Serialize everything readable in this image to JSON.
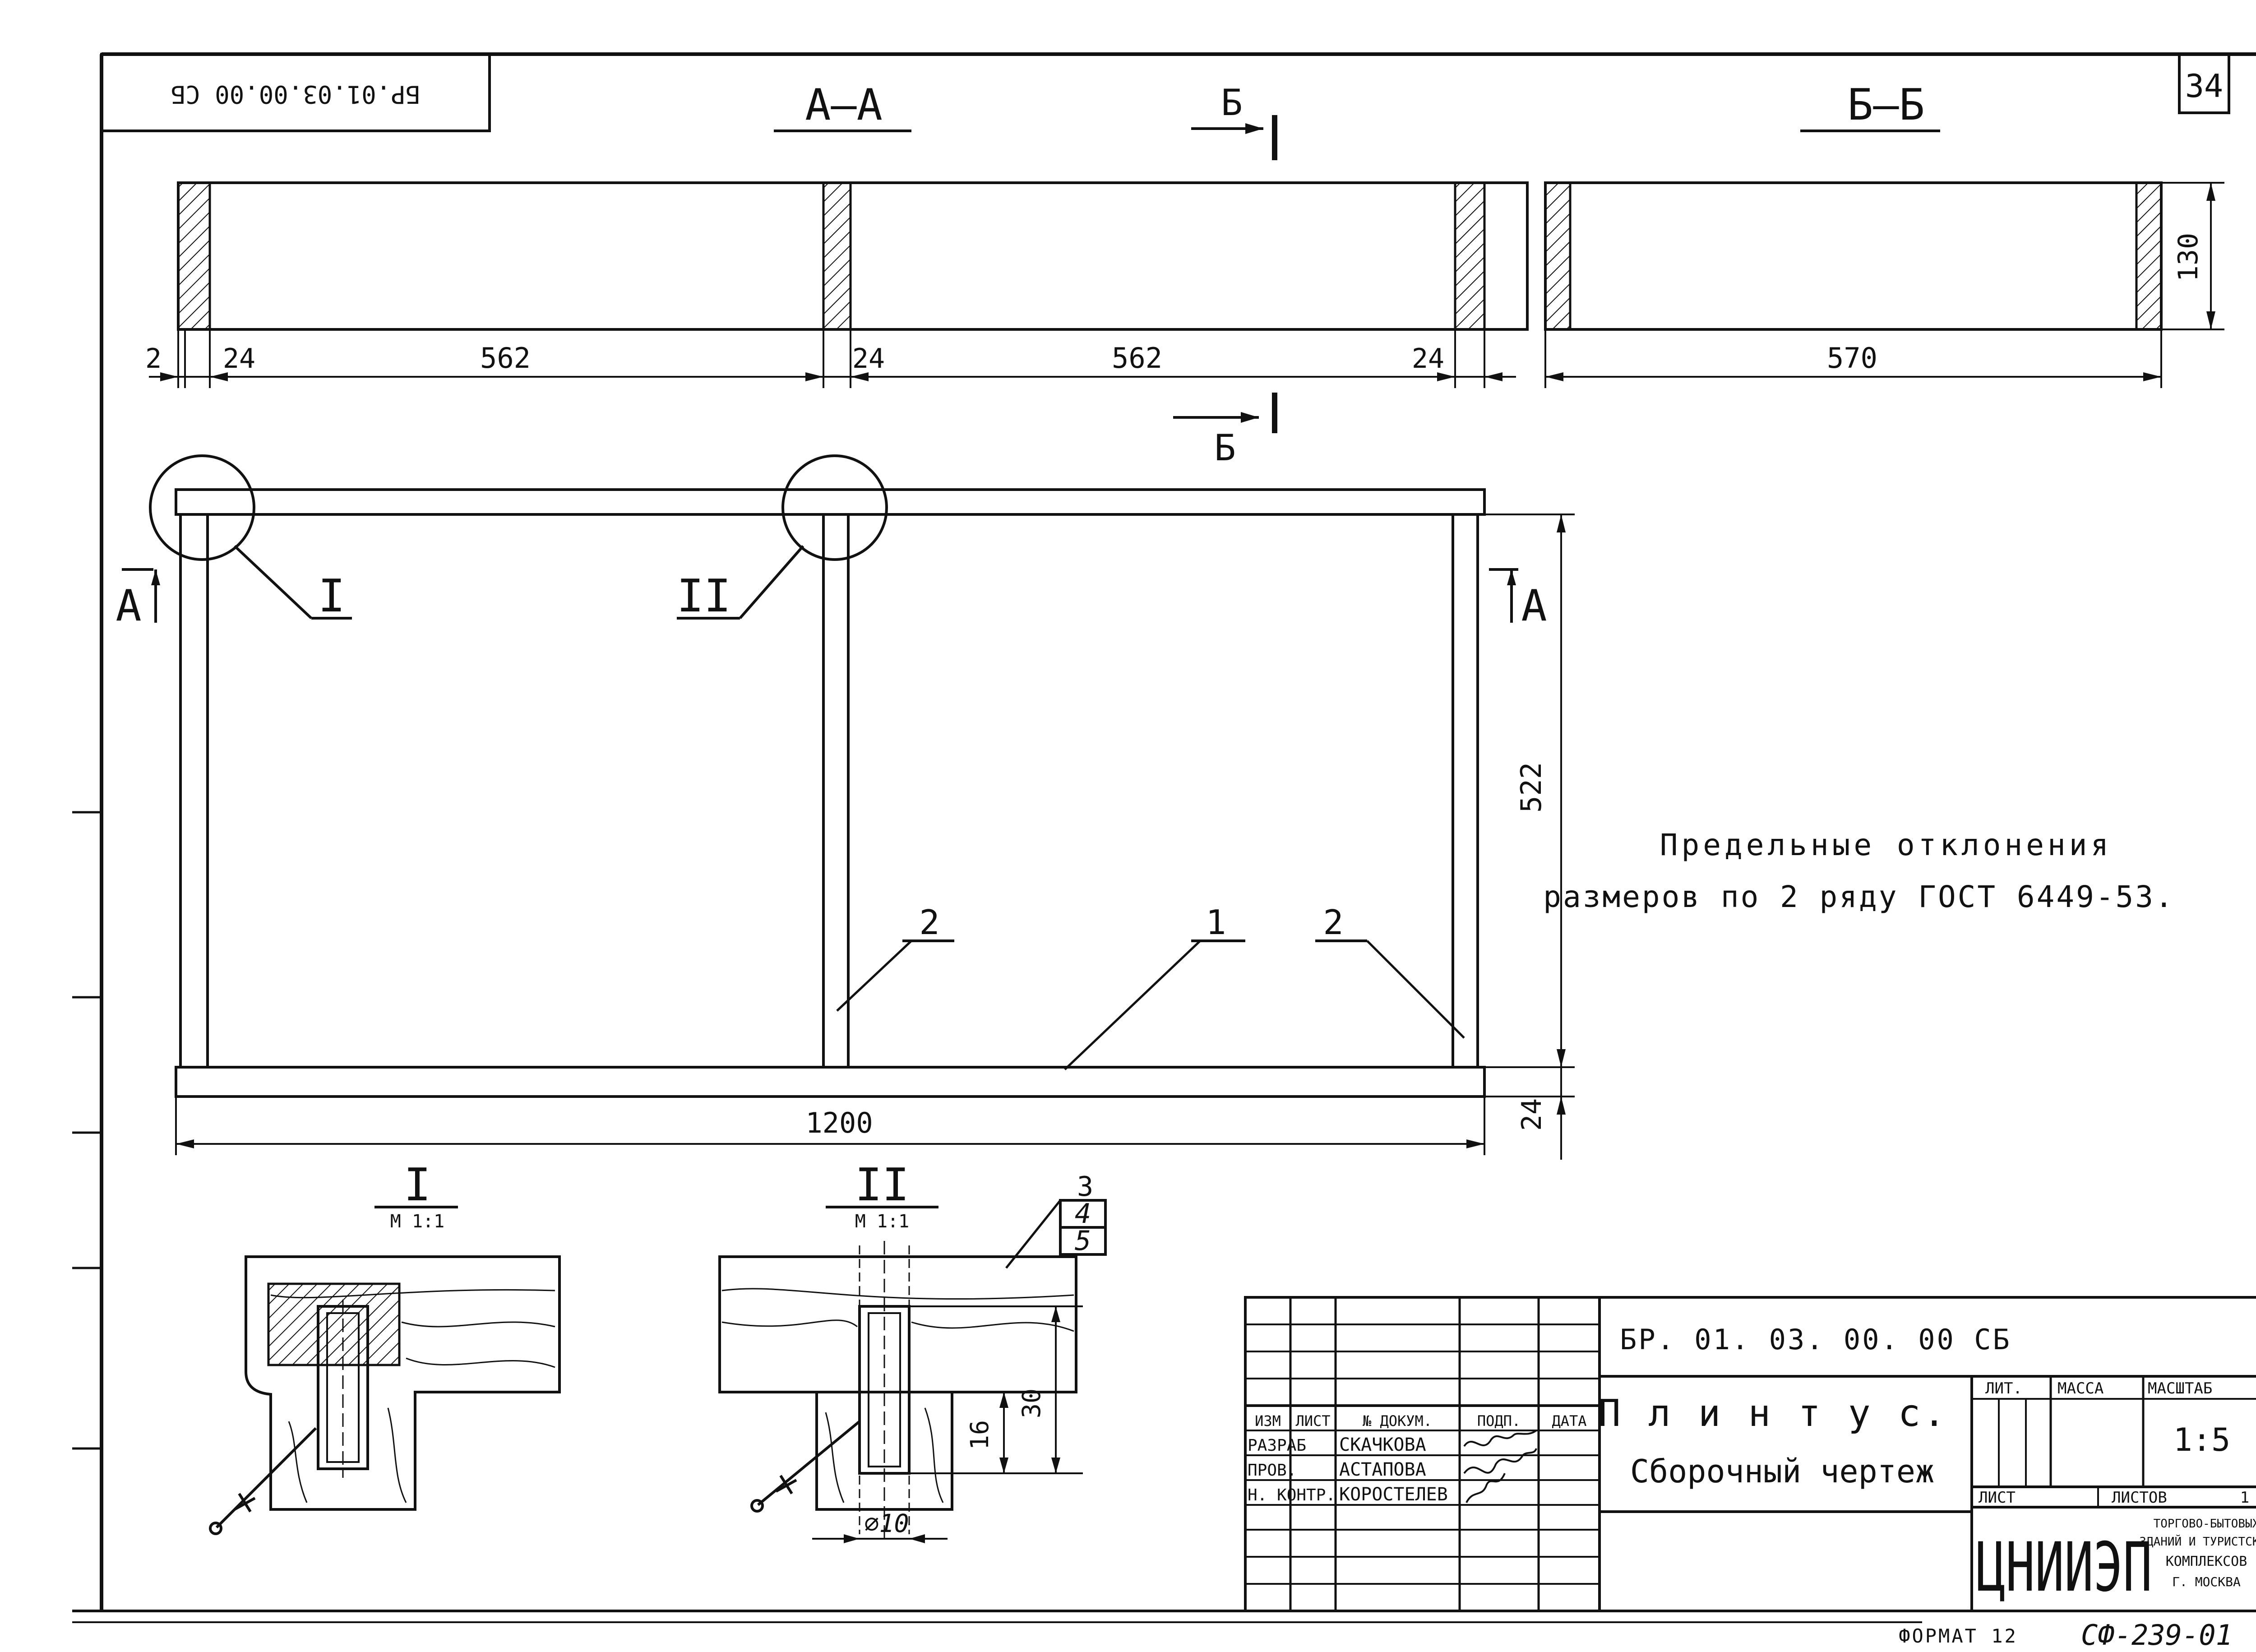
{
  "sheet": {
    "number": "34",
    "code_inverted": "БР.01.03.00.00 СБ",
    "format": "ФОРМАТ 12",
    "drawing_id": "СФ-239-01"
  },
  "sections": {
    "aa_title": "А—А",
    "bb_title": "Б—Б",
    "bb_mark_top": "Б",
    "bb_mark_bottom": "Б",
    "a_mark_left": "А",
    "a_mark_right": "А"
  },
  "dimensions": {
    "d2": "2",
    "d24a": "24",
    "d562a": "562",
    "d24b": "24",
    "d562b": "562",
    "d24c": "24",
    "d570": "570",
    "d130": "130",
    "d522": "522",
    "d24d": "24",
    "d1200": "1200",
    "d30": "30",
    "d16": "16",
    "d10": "⌀10"
  },
  "callouts": {
    "detail_1": "I",
    "detail_2": "II",
    "pos_1": "1",
    "pos_2a": "2",
    "pos_2b": "2",
    "pos_3": "3",
    "pos_4": "4",
    "pos_5": "5"
  },
  "details": {
    "detail_1_title": "I",
    "detail_1_scale": "М 1:1",
    "detail_2_title": "II",
    "detail_2_scale": "М 1:1"
  },
  "notes": {
    "line1": "Предельные отклонения",
    "line2": "размеров по 2 ряду ГОСТ 6449-53."
  },
  "title_block": {
    "doc_code": "БР. 01. 03. 00. 00 СБ",
    "name_line1": "П л и н т у с.",
    "name_line2": "Сборочный  чертеж",
    "headers": {
      "izm": "ИЗМ",
      "list": "ЛИСТ",
      "doc_no": "№ ДОКУМ.",
      "sign": "ПОДП.",
      "date": "ДАТА"
    },
    "rows": [
      {
        "role": "РАЗРАБ",
        "name": "СКАЧКОВА"
      },
      {
        "role": "ПРОВ.",
        "name": "АСТАПОВА"
      },
      {
        "role": "Н. КОНТР.",
        "name": "КОРОСТЕЛЕВ"
      }
    ],
    "lit_label": "ЛИТ.",
    "mass_label": "МАССА",
    "scale_label": "МАСШТАБ",
    "scale_value": "1:5",
    "sheet_label": "ЛИСТ",
    "sheets_label": "ЛИСТОВ",
    "sheets_value": "1",
    "org_logo": "ЦНИИЭП",
    "org_line1": "ТОРГОВО-БЫТОВЫХ",
    "org_line2": "ЗДАНИЙ И ТУРИСТСКИХ",
    "org_line3": "КОМПЛЕКСОВ",
    "org_line4": "Г. МОСКВА"
  },
  "colors": {
    "ink": "#111111",
    "paper": "#ffffff"
  }
}
